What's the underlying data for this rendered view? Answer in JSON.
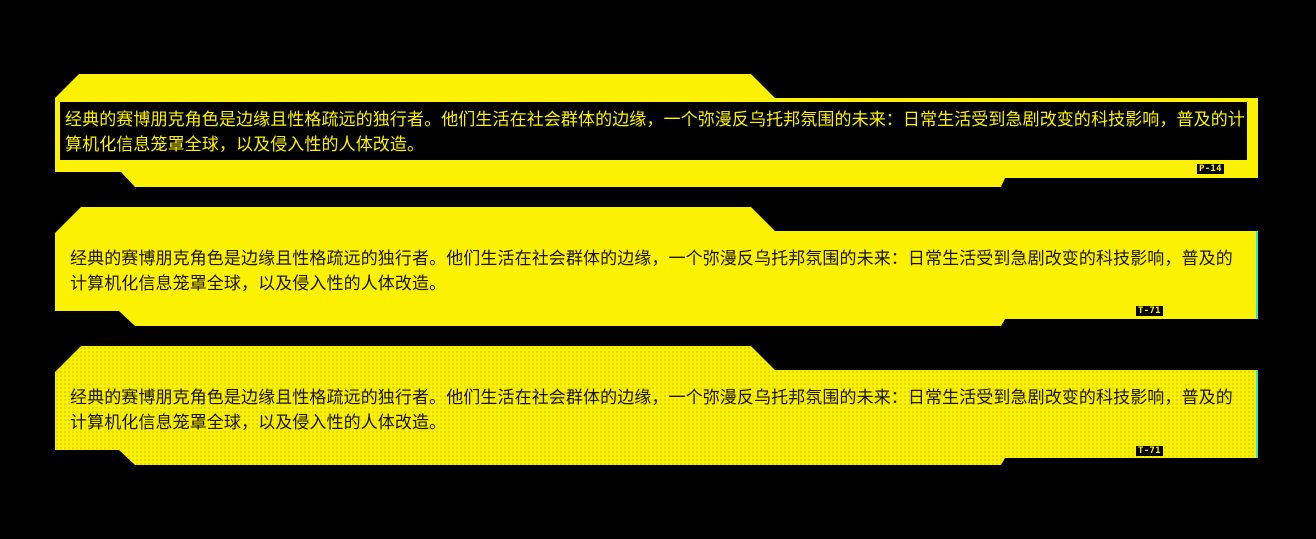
{
  "panels": [
    {
      "variant": "inverse",
      "text": "经典的赛博朋克角色是边缘且性格疏远的独行者。他们生活在社会群体的边缘，一个弥漫反乌托邦氛围的未来：日常生活受到急剧改变的科技影响，普及的计算机化信息笼罩全球，以及侵入性的人体改造。",
      "tag": "P-14"
    },
    {
      "variant": "solid",
      "text": "经典的赛博朋克角色是边缘且性格疏远的独行者。他们生活在社会群体的边缘，一个弥漫反乌托邦氛围的未来：日常生活受到急剧改变的科技影响，普及的计算机化信息笼罩全球，以及侵入性的人体改造。",
      "tag": "T-71"
    },
    {
      "variant": "dotted",
      "text": "经典的赛博朋克角色是边缘且性格疏远的独行者。他们生活在社会群体的边缘，一个弥漫反乌托邦氛围的未来：日常生活受到急剧改变的科技影响，普及的计算机化信息笼罩全球，以及侵入性的人体改造。",
      "tag": "T-71"
    }
  ],
  "colors": {
    "background": "#000000",
    "accent_yellow": "#fcf200",
    "edge_cyan": "#2ee6d0",
    "dark_text": "#1a1400"
  }
}
